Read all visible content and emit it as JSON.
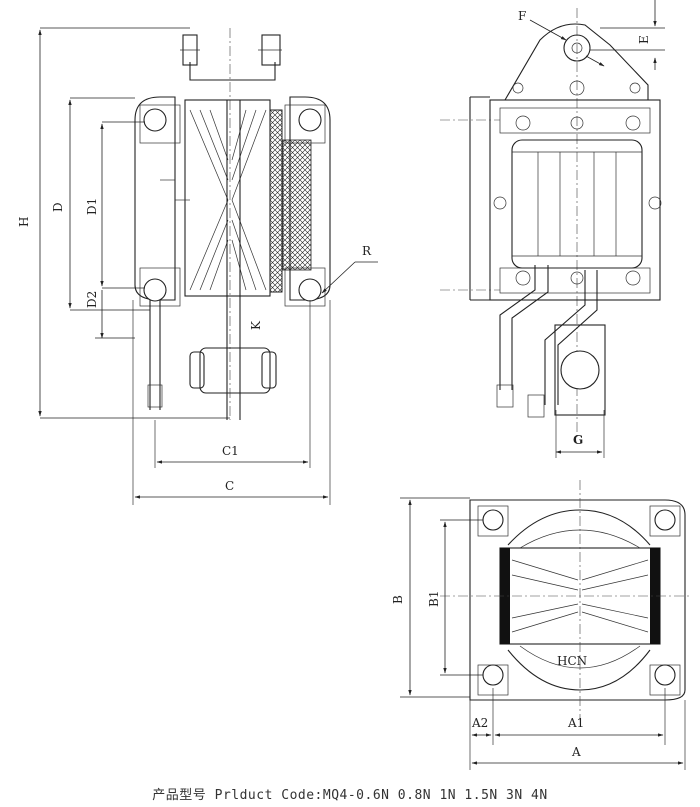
{
  "labels": {
    "H": "H",
    "D": "D",
    "D1": "D1",
    "D2": "D2",
    "K": "K",
    "R": "R",
    "C1": "C1",
    "C": "C",
    "F": "F",
    "E": "E",
    "G": "G",
    "B": "B",
    "B1": "B1",
    "HCN": "HCN",
    "A2": "A2",
    "A1": "A1",
    "A": "A"
  },
  "caption": "产品型号 Prlduct Code:MQ4-0.6N 0.8N 1N 1.5N 3N 4N"
}
